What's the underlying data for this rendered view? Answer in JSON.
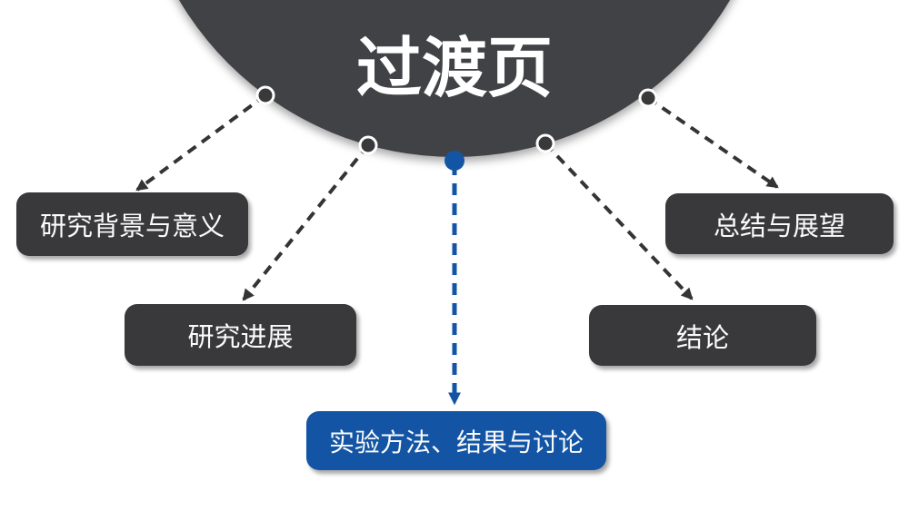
{
  "slide": {
    "title": "过渡页",
    "nodes": [
      {
        "id": "background",
        "label": "研究背景与意义",
        "emphasis": false
      },
      {
        "id": "progress",
        "label": "研究进展",
        "emphasis": false
      },
      {
        "id": "methods",
        "label": "实验方法、结果与讨论",
        "emphasis": true
      },
      {
        "id": "conclusion",
        "label": "结论",
        "emphasis": false
      },
      {
        "id": "summary",
        "label": "总结与展望",
        "emphasis": false
      }
    ],
    "colors": {
      "background": "#ffffff",
      "circle": "#414245",
      "node": "#39393b",
      "accent": "#1355a4",
      "connector": "#333436",
      "node_text": "#fbfbfb",
      "title_text": "#ffffff"
    }
  }
}
